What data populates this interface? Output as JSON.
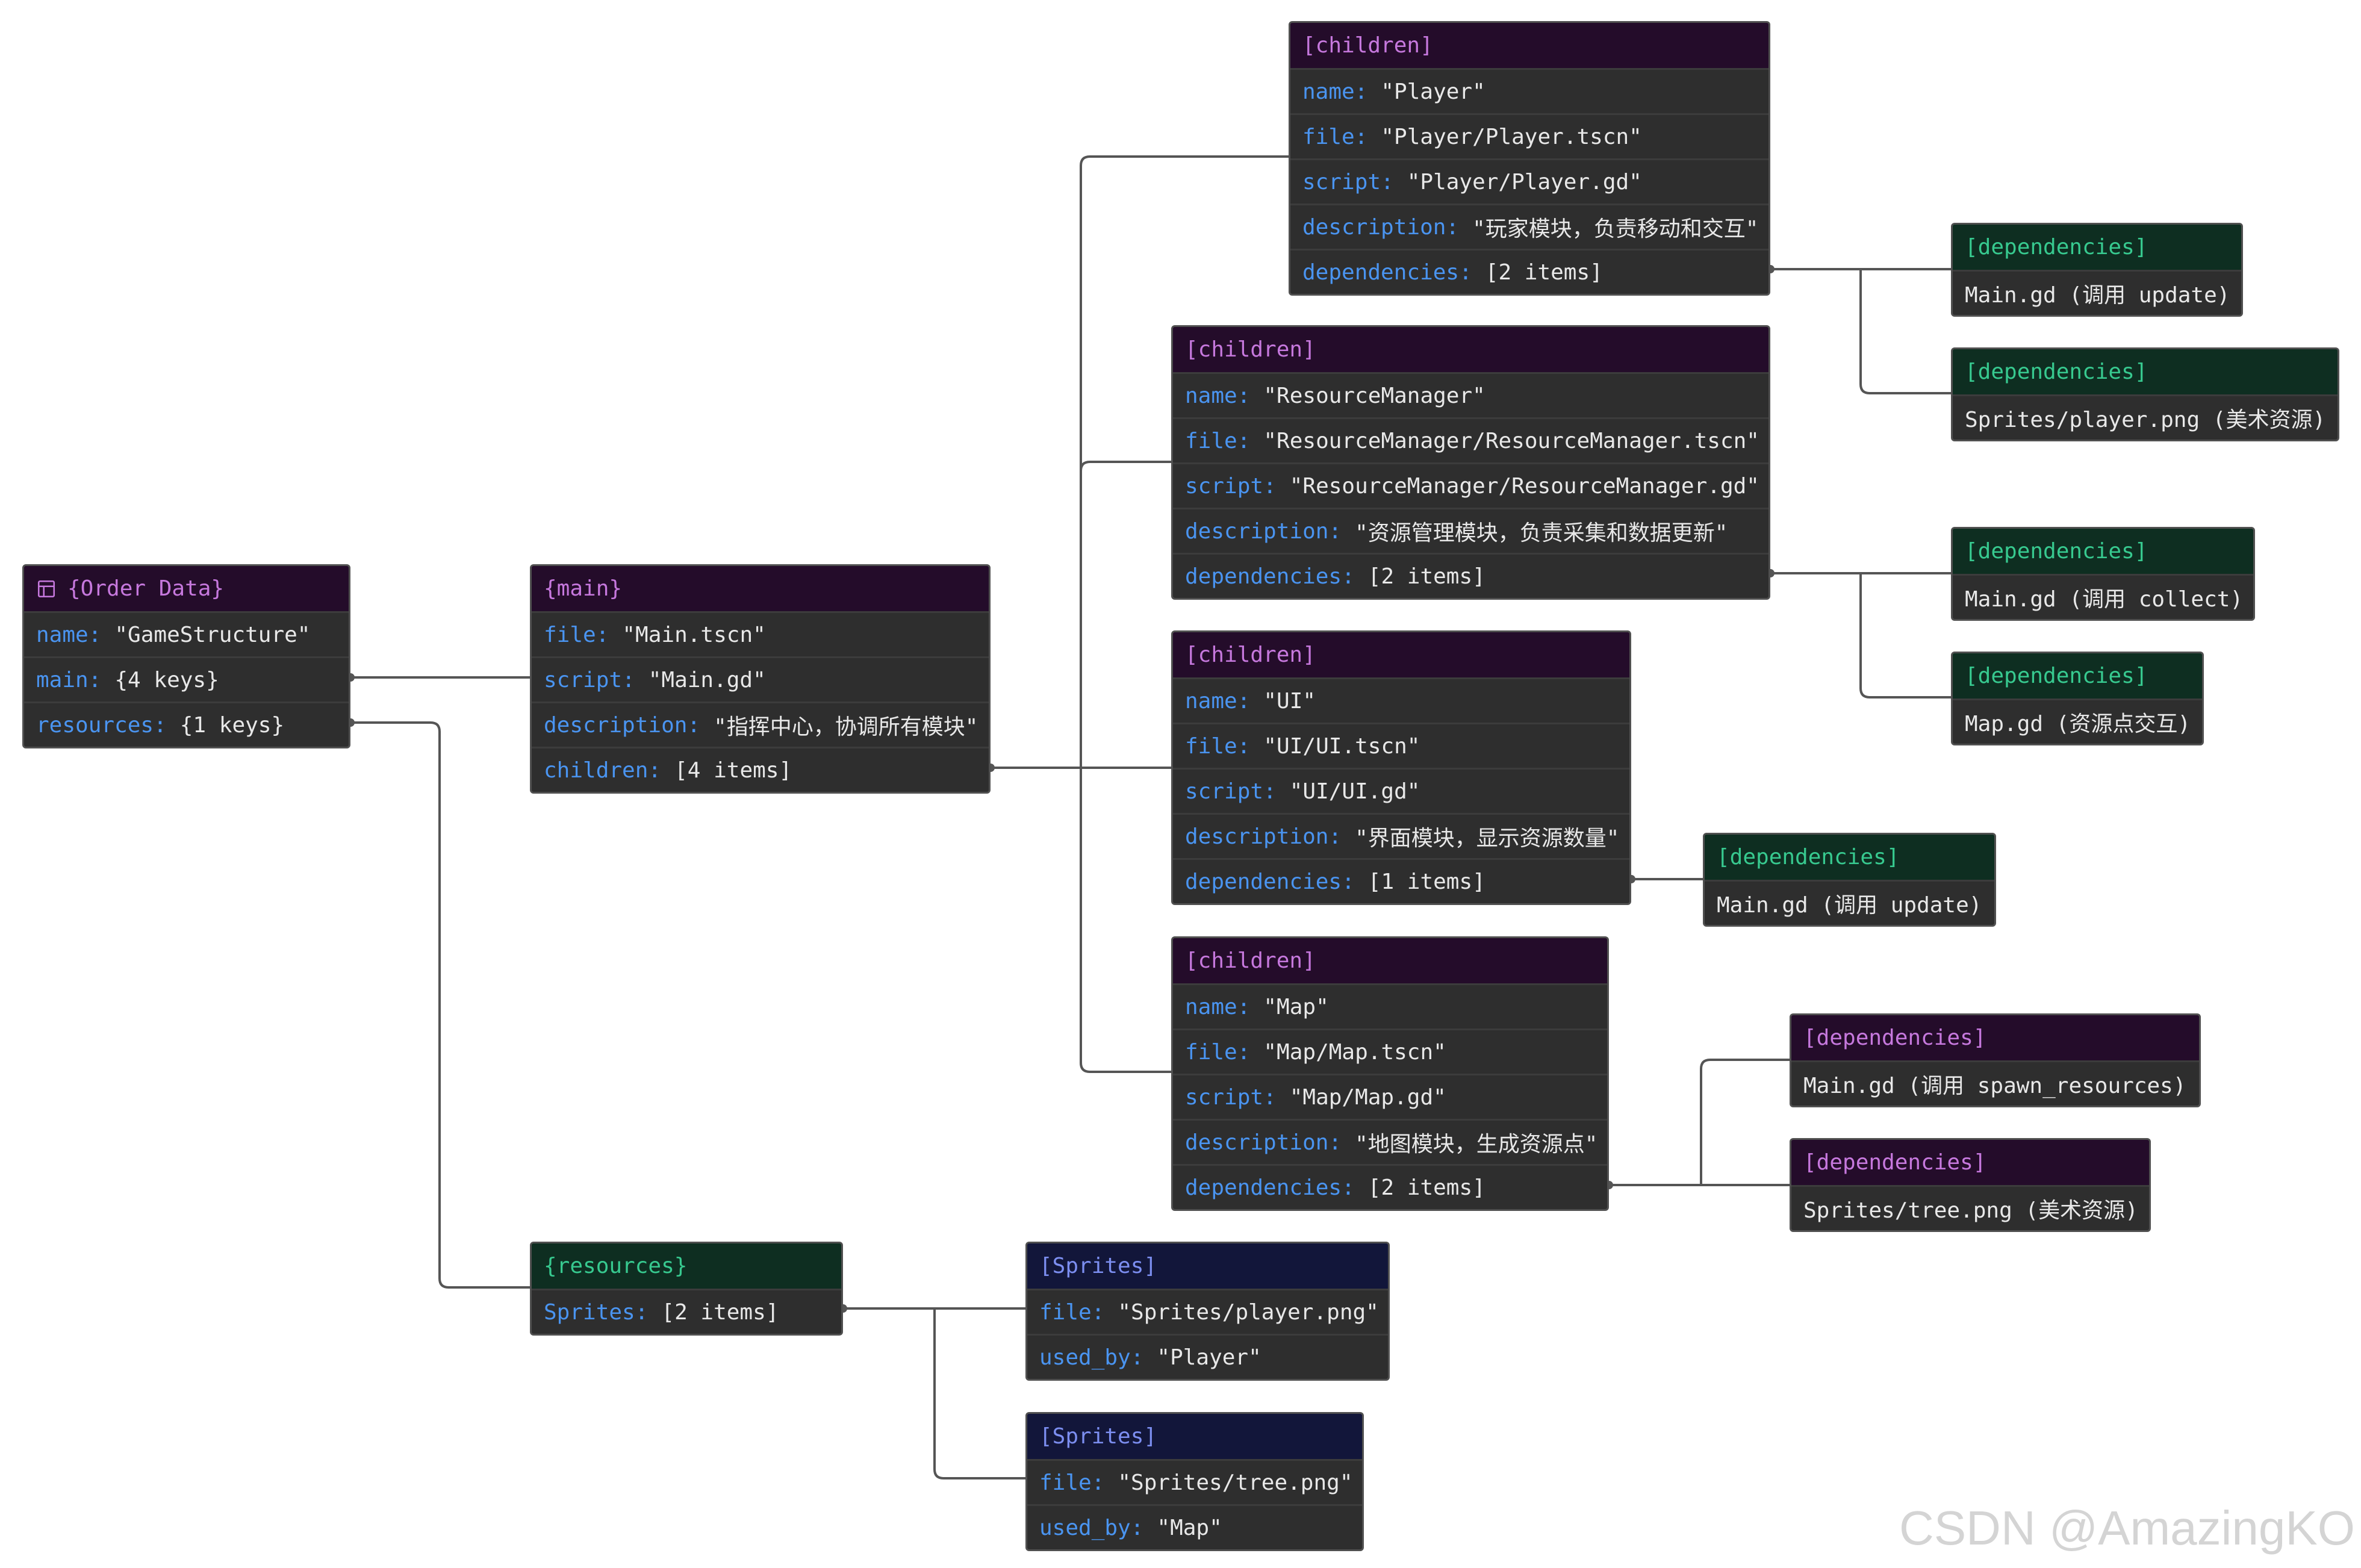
{
  "nodes": {
    "root": {
      "title": "{Order Data}",
      "rows": [
        {
          "k": "name:",
          "v": "\"GameStructure\""
        },
        {
          "k": "main:",
          "v": "{4 keys}"
        },
        {
          "k": "resources:",
          "v": "{1 keys}"
        }
      ]
    },
    "main": {
      "title": "{main}",
      "rows": [
        {
          "k": "file:",
          "v": "\"Main.tscn\""
        },
        {
          "k": "script:",
          "v": "\"Main.gd\""
        },
        {
          "k": "description:",
          "v": "\"指挥中心，协调所有模块\""
        },
        {
          "k": "children:",
          "v": "[4 items]"
        }
      ]
    },
    "player": {
      "title": "[children]",
      "rows": [
        {
          "k": "name:",
          "v": "\"Player\""
        },
        {
          "k": "file:",
          "v": "\"Player/Player.tscn\""
        },
        {
          "k": "script:",
          "v": "\"Player/Player.gd\""
        },
        {
          "k": "description:",
          "v": "\"玩家模块，负责移动和交互\""
        },
        {
          "k": "dependencies:",
          "v": "[2 items]"
        }
      ]
    },
    "resmgr": {
      "title": "[children]",
      "rows": [
        {
          "k": "name:",
          "v": "\"ResourceManager\""
        },
        {
          "k": "file:",
          "v": "\"ResourceManager/ResourceManager.tscn\""
        },
        {
          "k": "script:",
          "v": "\"ResourceManager/ResourceManager.gd\""
        },
        {
          "k": "description:",
          "v": "\"资源管理模块，负责采集和数据更新\""
        },
        {
          "k": "dependencies:",
          "v": "[2 items]"
        }
      ]
    },
    "ui": {
      "title": "[children]",
      "rows": [
        {
          "k": "name:",
          "v": "\"UI\""
        },
        {
          "k": "file:",
          "v": "\"UI/UI.tscn\""
        },
        {
          "k": "script:",
          "v": "\"UI/UI.gd\""
        },
        {
          "k": "description:",
          "v": "\"界面模块，显示资源数量\""
        },
        {
          "k": "dependencies:",
          "v": "[1 items]"
        }
      ]
    },
    "map": {
      "title": "[children]",
      "rows": [
        {
          "k": "name:",
          "v": "\"Map\""
        },
        {
          "k": "file:",
          "v": "\"Map/Map.tscn\""
        },
        {
          "k": "script:",
          "v": "\"Map/Map.gd\""
        },
        {
          "k": "description:",
          "v": "\"地图模块，生成资源点\""
        },
        {
          "k": "dependencies:",
          "v": "[2 items]"
        }
      ]
    },
    "resources": {
      "title": "{resources}",
      "rows": [
        {
          "k": "Sprites:",
          "v": "[2 items]"
        }
      ]
    },
    "sprite1": {
      "title": "[Sprites]",
      "rows": [
        {
          "k": "file:",
          "v": "\"Sprites/player.png\""
        },
        {
          "k": "used_by:",
          "v": "\"Player\""
        }
      ]
    },
    "sprite2": {
      "title": "[Sprites]",
      "rows": [
        {
          "k": "file:",
          "v": "\"Sprites/tree.png\""
        },
        {
          "k": "used_by:",
          "v": "\"Map\""
        }
      ]
    },
    "dep_p1": {
      "title": "[dependencies]",
      "rows": [
        {
          "k": "",
          "v": "Main.gd (调用 update)"
        }
      ]
    },
    "dep_p2": {
      "title": "[dependencies]",
      "rows": [
        {
          "k": "",
          "v": "Sprites/player.png (美术资源)"
        }
      ]
    },
    "dep_r1": {
      "title": "[dependencies]",
      "rows": [
        {
          "k": "",
          "v": "Main.gd (调用 collect)"
        }
      ]
    },
    "dep_r2": {
      "title": "[dependencies]",
      "rows": [
        {
          "k": "",
          "v": "Map.gd (资源点交互)"
        }
      ]
    },
    "dep_u1": {
      "title": "[dependencies]",
      "rows": [
        {
          "k": "",
          "v": "Main.gd (调用 update)"
        }
      ]
    },
    "dep_m1": {
      "title": "[dependencies]",
      "rows": [
        {
          "k": "",
          "v": "Main.gd (调用 spawn_resources)"
        }
      ]
    },
    "dep_m2": {
      "title": "[dependencies]",
      "rows": [
        {
          "k": "",
          "v": "Sprites/tree.png (美术资源)"
        }
      ]
    }
  },
  "watermark": "CSDN @AmazingKO",
  "colors": {
    "purple_header": "#240c2a",
    "purple_text": "#c678dd",
    "green_header": "#0e2e21",
    "green_text": "#37c98f",
    "navy_header": "#12163a",
    "navy_text": "#7c8ef0",
    "key": "#4a94f0",
    "body": "#2e2e2e",
    "edge": "#505050"
  }
}
